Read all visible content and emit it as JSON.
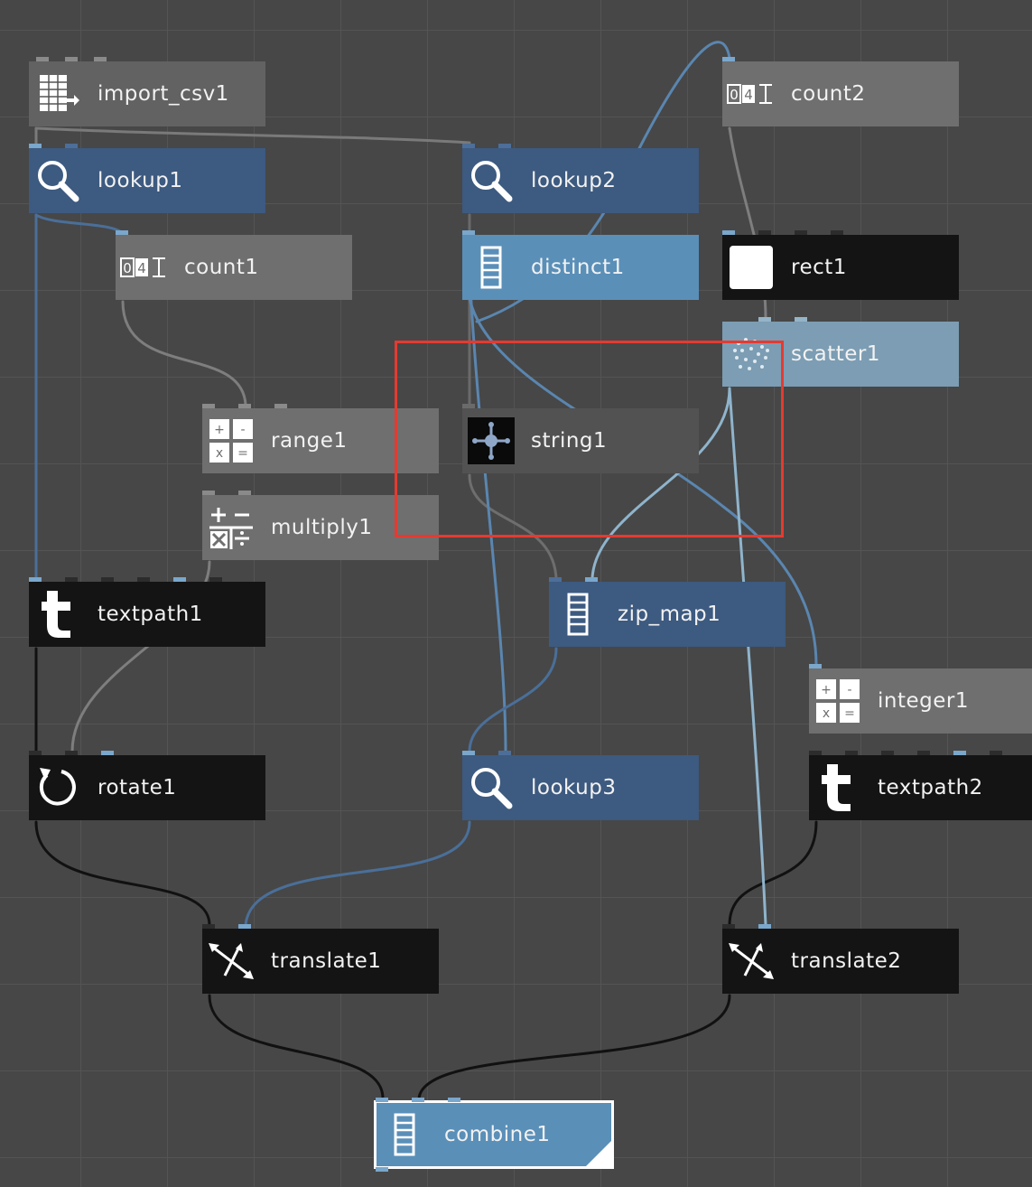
{
  "canvas": {
    "grid": true,
    "background": "#474747"
  },
  "colors": {
    "wire_gray": "#7e7e7e",
    "wire_blue": "#5a86b0",
    "wire_black": "#111111",
    "wire_lightblue": "#8fb4cc",
    "highlight": "#e63a30"
  },
  "nodes": {
    "import_csv1": {
      "label": "import_csv1",
      "icon": "table-import-icon",
      "color": "gray"
    },
    "count2": {
      "label": "count2",
      "icon": "counter-icon",
      "color": "gray"
    },
    "lookup1": {
      "label": "lookup1",
      "icon": "magnifier-icon",
      "color": "navy"
    },
    "lookup2": {
      "label": "lookup2",
      "icon": "magnifier-icon",
      "color": "navy"
    },
    "count1": {
      "label": "count1",
      "icon": "counter-icon",
      "color": "gray"
    },
    "distinct1": {
      "label": "distinct1",
      "icon": "list-icon",
      "color": "light-blue"
    },
    "rect1": {
      "label": "rect1",
      "icon": "rectangle-icon",
      "color": "black"
    },
    "scatter1": {
      "label": "scatter1",
      "icon": "scatter-icon",
      "color": "pale-blue"
    },
    "range1": {
      "label": "range1",
      "icon": "math-grid-icon",
      "color": "gray"
    },
    "string1": {
      "label": "string1",
      "icon": "string-icon",
      "color": "dark-gray"
    },
    "multiply1": {
      "label": "multiply1",
      "icon": "math-operators-icon",
      "color": "gray"
    },
    "textpath1": {
      "label": "textpath1",
      "icon": "text-t-icon",
      "color": "black"
    },
    "zip_map1": {
      "label": "zip_map1",
      "icon": "list-icon",
      "color": "navy"
    },
    "integer1": {
      "label": "integer1",
      "icon": "math-grid-icon",
      "color": "gray"
    },
    "rotate1": {
      "label": "rotate1",
      "icon": "rotate-icon",
      "color": "black"
    },
    "lookup3": {
      "label": "lookup3",
      "icon": "magnifier-icon",
      "color": "navy"
    },
    "textpath2": {
      "label": "textpath2",
      "icon": "text-t-icon",
      "color": "black"
    },
    "translate1": {
      "label": "translate1",
      "icon": "translate-arrows-icon",
      "color": "black"
    },
    "translate2": {
      "label": "translate2",
      "icon": "translate-arrows-icon",
      "color": "black"
    },
    "combine1": {
      "label": "combine1",
      "icon": "list-icon",
      "color": "light-blue",
      "selected": true
    }
  }
}
